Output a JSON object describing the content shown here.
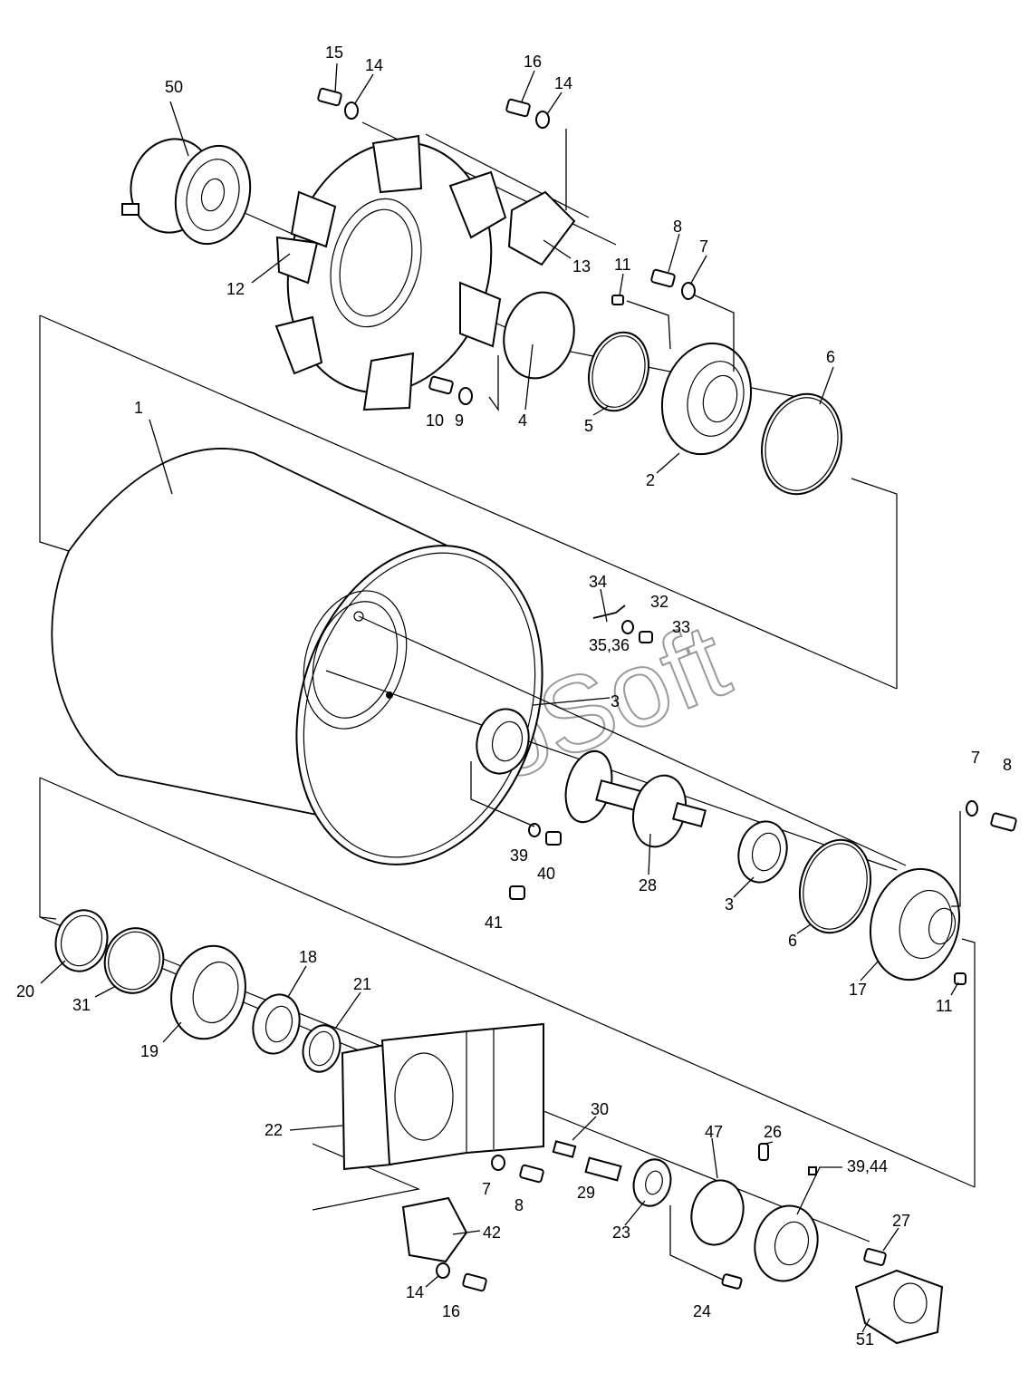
{
  "watermark": "AutoSoft",
  "colors": {
    "line": "#000000",
    "watermark": "#9a9a9a",
    "background": "#ffffff"
  },
  "callouts": {
    "c1": "1",
    "c2": "2",
    "c3a": "3",
    "c3b": "3",
    "c4": "4",
    "c5": "5",
    "c6a": "6",
    "c6b": "6",
    "c7a": "7",
    "c7b": "7",
    "c7c": "7",
    "c8a": "8",
    "c8b": "8",
    "c8c": "8",
    "c9": "9",
    "c10": "10",
    "c11a": "11",
    "c11b": "11",
    "c12": "12",
    "c13": "13",
    "c14a": "14",
    "c14b": "14",
    "c14c": "14",
    "c15": "15",
    "c16a": "16",
    "c16b": "16",
    "c17": "17",
    "c18": "18",
    "c19": "19",
    "c20": "20",
    "c21": "21",
    "c22": "22",
    "c23": "23",
    "c24": "24",
    "c26": "26",
    "c27": "27",
    "c28": "28",
    "c29": "29",
    "c30": "30",
    "c31": "31",
    "c32": "32",
    "c33": "33",
    "c34": "34",
    "c3536": "35,36",
    "c3944": "39,44",
    "c39": "39",
    "c40": "40",
    "c41": "41",
    "c42": "42",
    "c47": "47",
    "c50": "50",
    "c51": "51"
  }
}
